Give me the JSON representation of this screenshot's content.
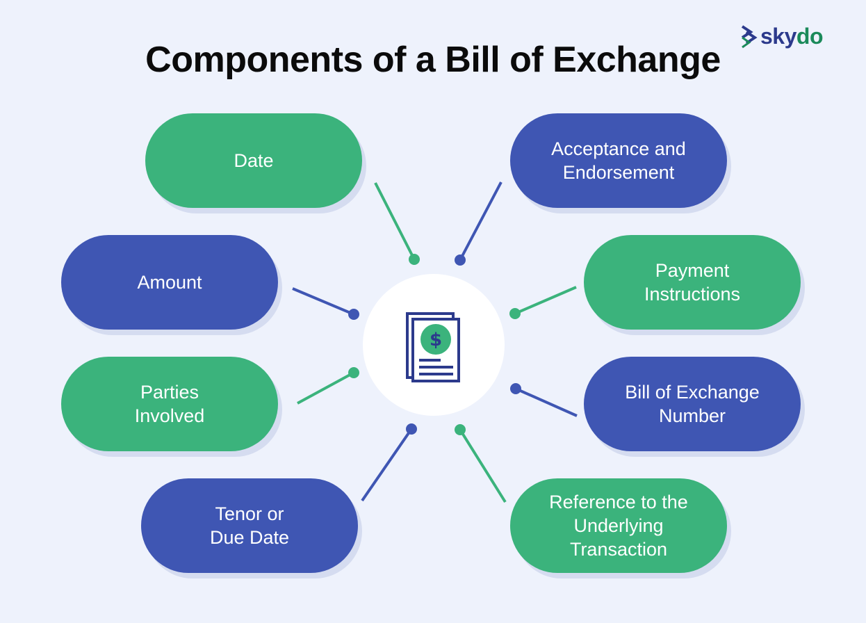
{
  "title": "Components of a Bill of Exchange",
  "logo": {
    "part1": "sky",
    "part2": "do",
    "icon": "skydo-chevrons-icon"
  },
  "colors": {
    "background": "#eef2fc",
    "green": "#3bb37c",
    "blue": "#3f56b3",
    "title": "#0b0b0b",
    "hub": "#ffffff"
  },
  "hub": {
    "icon": "bill-document-dollar-icon"
  },
  "components": [
    {
      "id": "date",
      "label": "Date",
      "color": "green",
      "side": "left"
    },
    {
      "id": "amount",
      "label": "Amount",
      "color": "blue",
      "side": "left"
    },
    {
      "id": "parties",
      "label": "Parties\nInvolved",
      "color": "green",
      "side": "left"
    },
    {
      "id": "tenor",
      "label": "Tenor or\nDue Date",
      "color": "blue",
      "side": "left"
    },
    {
      "id": "acceptance",
      "label": "Acceptance and\nEndorsement",
      "color": "blue",
      "side": "right"
    },
    {
      "id": "payment",
      "label": "Payment\nInstructions",
      "color": "green",
      "side": "right"
    },
    {
      "id": "number",
      "label": "Bill of Exchange\nNumber",
      "color": "blue",
      "side": "right"
    },
    {
      "id": "reference",
      "label": "Reference to the\nUnderlying\nTransaction",
      "color": "green",
      "side": "right"
    }
  ]
}
